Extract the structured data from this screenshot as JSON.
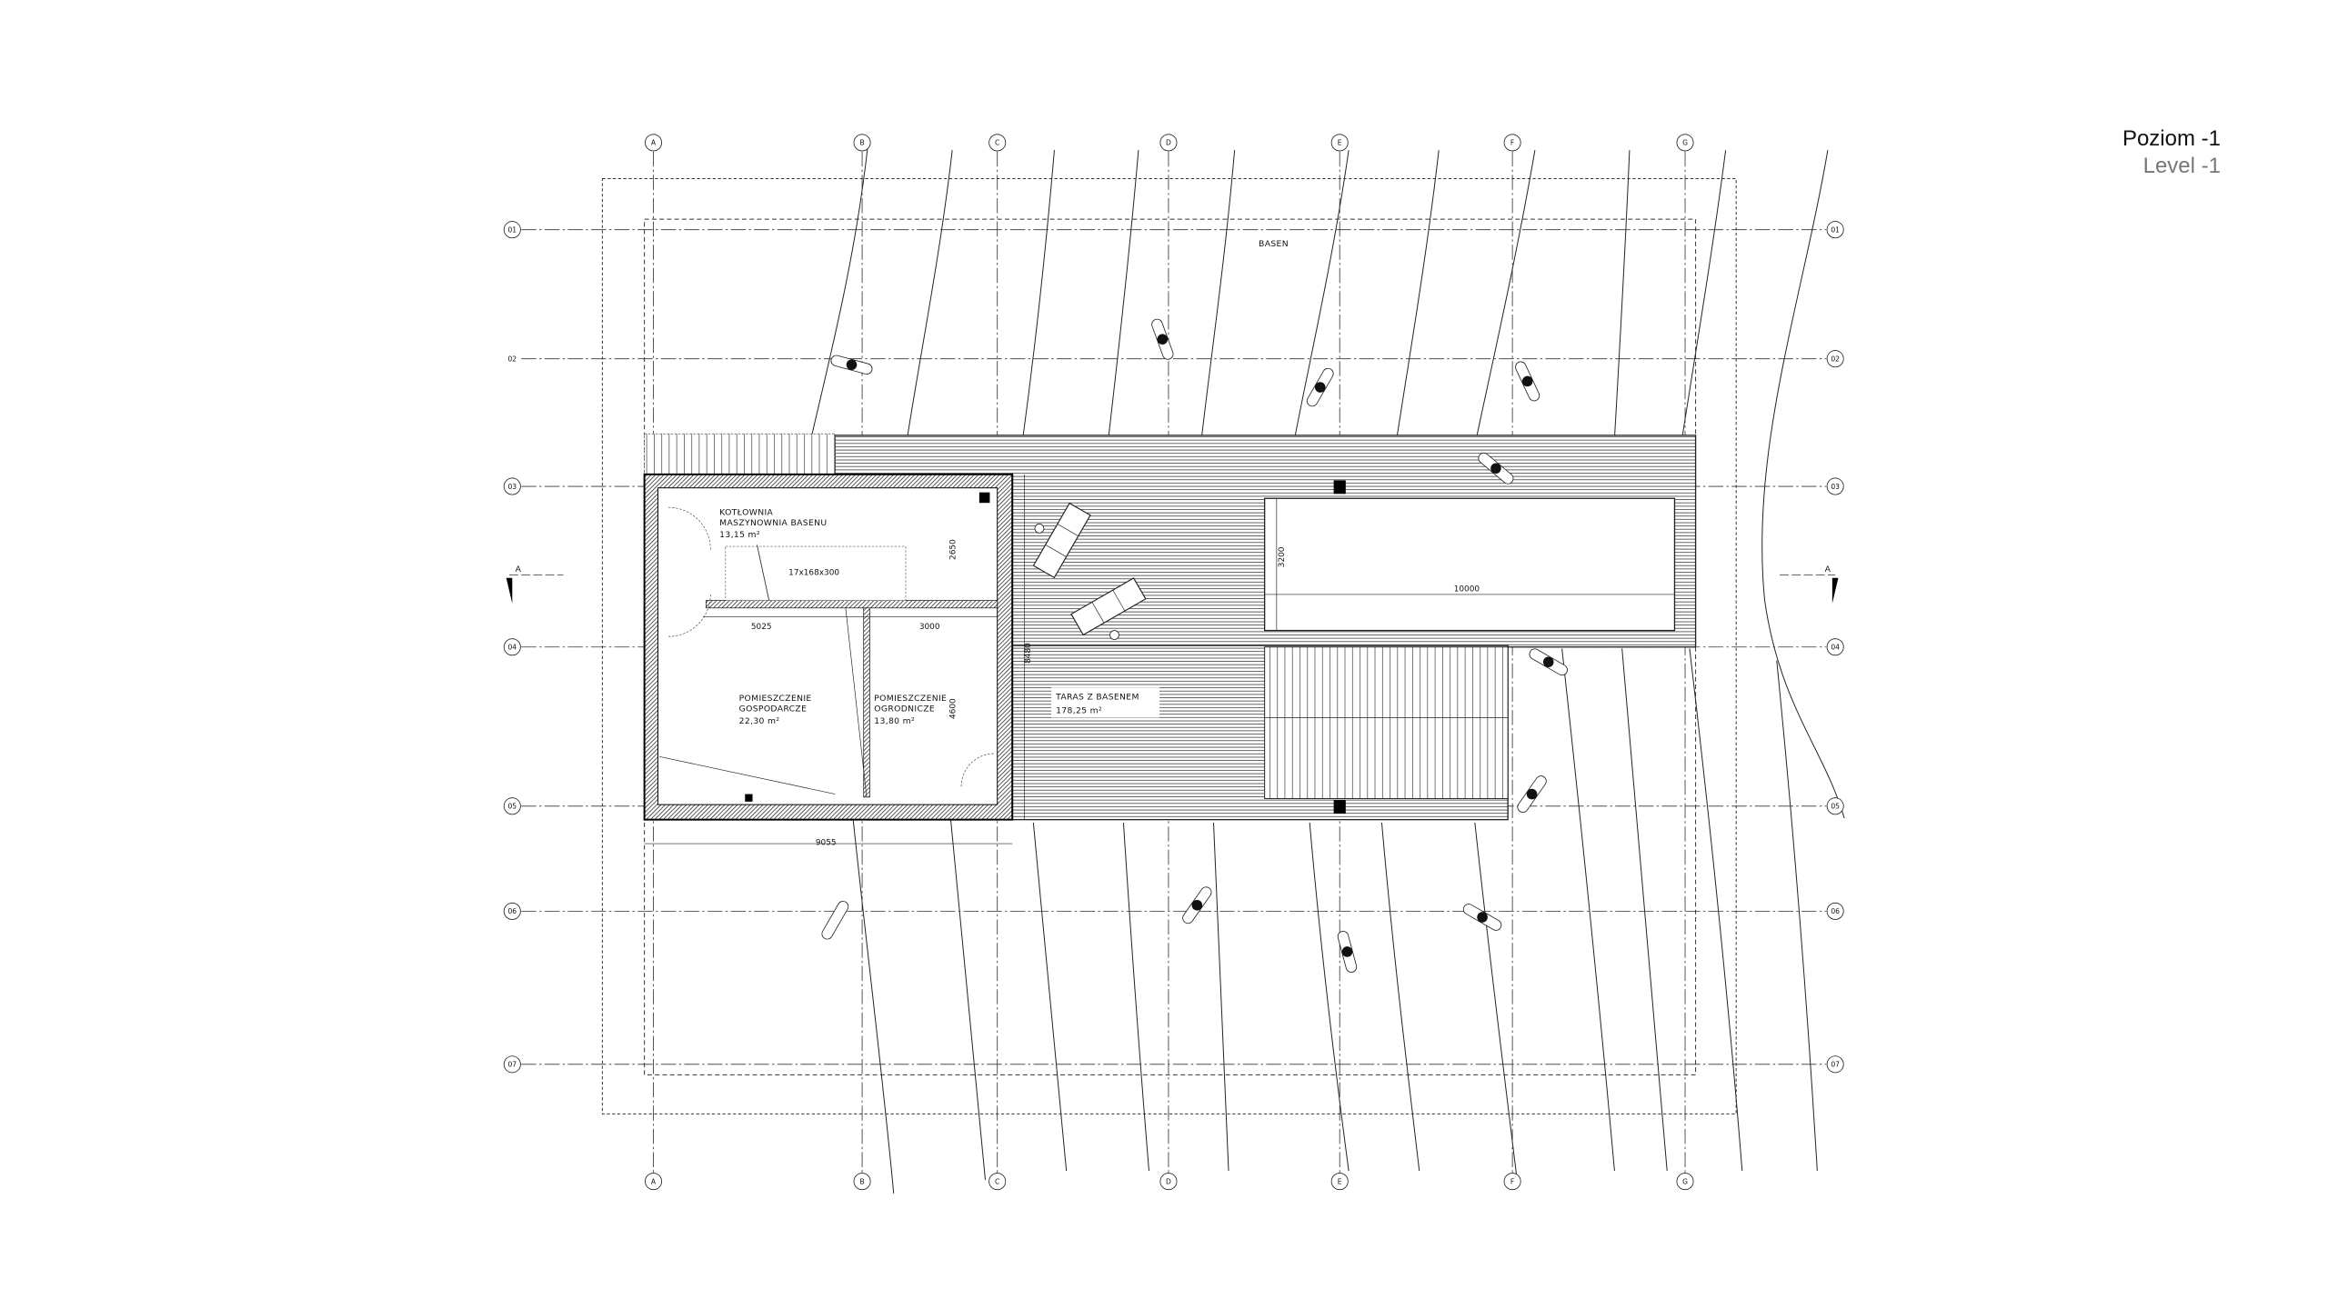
{
  "header": {
    "title": "Poziom -1",
    "subtitle": "Level -1"
  },
  "grid": {
    "columns": [
      "A",
      "B",
      "C",
      "D",
      "E",
      "F",
      "G"
    ],
    "rows": [
      "01",
      "02",
      "03",
      "04",
      "05",
      "06",
      "07"
    ]
  },
  "section_marker": "A",
  "areas": {
    "pool_zone": "BASEN",
    "terrace": {
      "name": "TARAS Z BASENEM",
      "area": "178,25 m²"
    },
    "boiler": {
      "line1": "KOTŁOWNIA",
      "line2": "MASZYNOWNIA BASENU",
      "area": "13,15 m²"
    },
    "utility": {
      "line1": "POMIESZCZENIE",
      "line2": "GOSPODARCZE",
      "area": "22,30 m²"
    },
    "garden": {
      "line1": "POMIESZCZENIE",
      "line2": "OGRODNICZE",
      "area": "13,80 m²"
    }
  },
  "dimensions": {
    "building_width": "9055",
    "building_depth": "8480",
    "utility_width": "5025",
    "garden_width": "3000",
    "boiler_depth": "2650",
    "garden_depth": "4600",
    "stairs": "17x168x300",
    "pool_length": "10000",
    "pool_width": "3200"
  }
}
